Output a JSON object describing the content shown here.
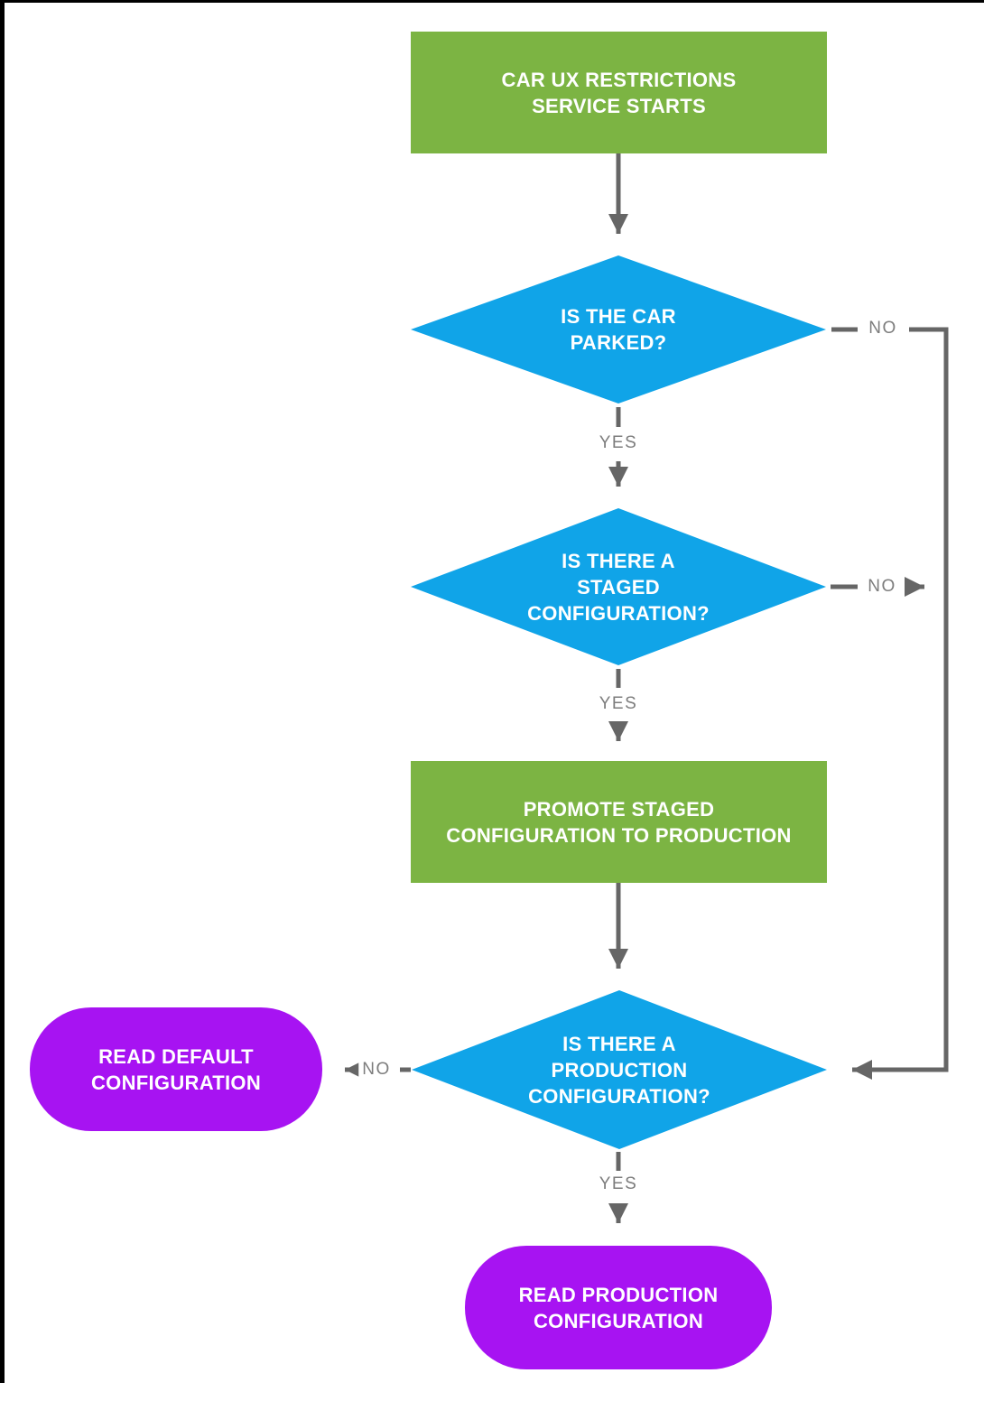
{
  "page": {
    "background": "#FFFFFF",
    "frame_color": "#000000"
  },
  "colors": {
    "process_green": "#7CB443",
    "decision_blue": "#10A4E8",
    "terminal_purple": "#A713F2",
    "connector_gray": "#666666",
    "edge_label_gray": "#7D7D7D",
    "node_text_white": "#FFFFFF"
  },
  "flowchart": {
    "nodes": {
      "start": {
        "type": "process",
        "lines": [
          "CAR UX RESTRICTIONS",
          "SERVICE STARTS"
        ]
      },
      "is_parked": {
        "type": "decision",
        "lines": [
          "IS THE CAR",
          "PARKED?"
        ]
      },
      "is_staged": {
        "type": "decision",
        "lines": [
          "IS THERE A",
          "STAGED",
          "CONFIGURATION?"
        ]
      },
      "promote": {
        "type": "process",
        "lines": [
          "PROMOTE STAGED",
          "CONFIGURATION TO PRODUCTION"
        ]
      },
      "is_production": {
        "type": "decision",
        "lines": [
          "IS THERE A",
          "PRODUCTION",
          "CONFIGURATION?"
        ]
      },
      "read_default": {
        "type": "terminal",
        "lines": [
          "READ DEFAULT",
          "CONFIGURATION"
        ]
      },
      "read_production": {
        "type": "terminal",
        "lines": [
          "READ PRODUCTION",
          "CONFIGURATION"
        ]
      }
    },
    "edge_labels": {
      "yes": "YES",
      "no": "NO"
    },
    "edges": [
      {
        "from": "start",
        "to": "is_parked",
        "label": ""
      },
      {
        "from": "is_parked",
        "to": "is_staged",
        "label": "YES"
      },
      {
        "from": "is_parked",
        "to": "is_production",
        "label": "NO"
      },
      {
        "from": "is_staged",
        "to": "promote",
        "label": "YES"
      },
      {
        "from": "is_staged",
        "to": "is_production",
        "label": "NO"
      },
      {
        "from": "promote",
        "to": "is_production",
        "label": ""
      },
      {
        "from": "is_production",
        "to": "read_default",
        "label": "NO"
      },
      {
        "from": "is_production",
        "to": "read_production",
        "label": "YES"
      }
    ]
  }
}
